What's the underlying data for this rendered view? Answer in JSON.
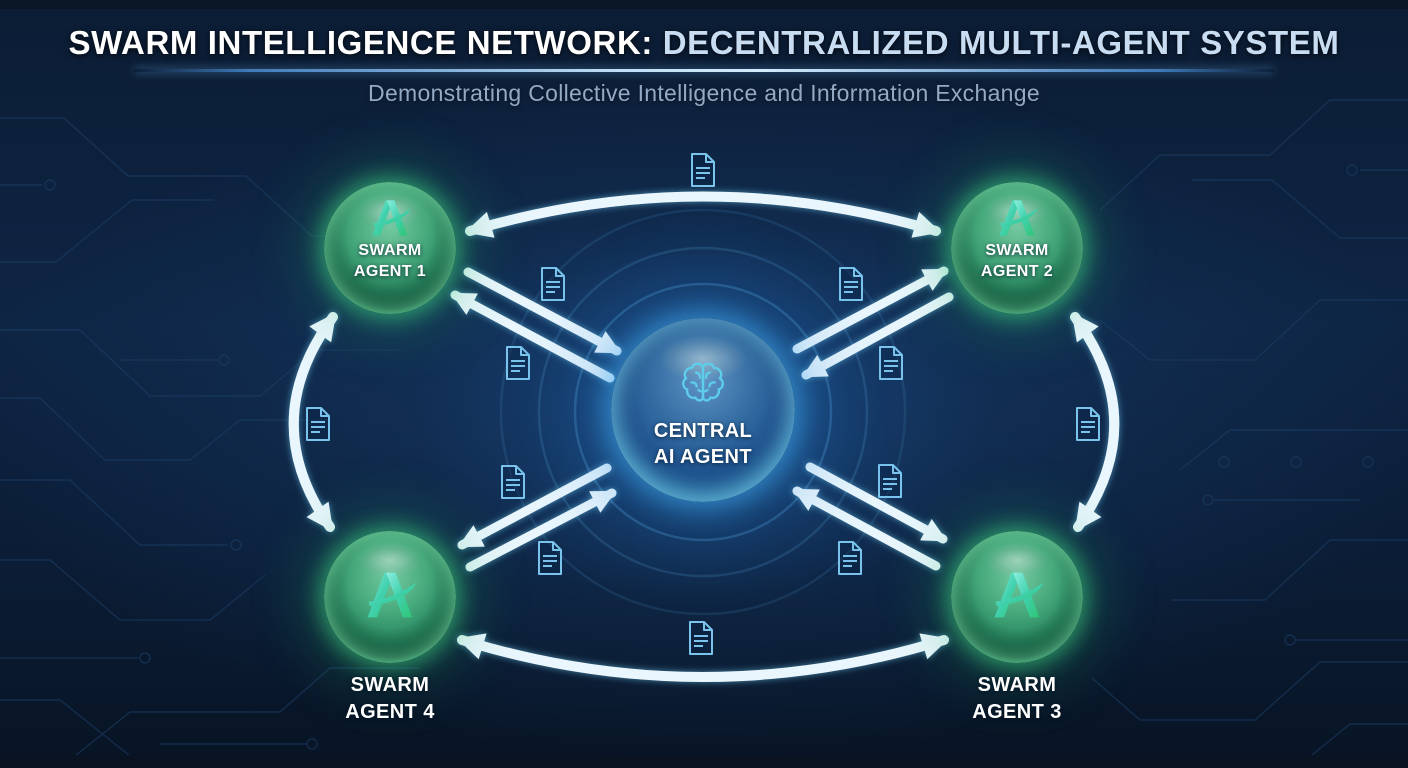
{
  "header": {
    "title_primary": "SWARM INTELLIGENCE NETWORK:",
    "title_secondary": " DECENTRALIZED MULTI-AGENT SYSTEM",
    "subtitle": "Demonstrating Collective Intelligence and Information Exchange"
  },
  "central_agent": {
    "line1": "CENTRAL",
    "line2": "AI AGENT",
    "icon": "brain-icon"
  },
  "agents": [
    {
      "name": "SWARM AGENT 1",
      "line1": "SWARM",
      "line2": "AGENT 1",
      "position": "top-left",
      "label_placement": "inside",
      "icon": "a-logo-icon"
    },
    {
      "name": "SWARM AGENT 2",
      "line1": "SWARM",
      "line2": "AGENT 2",
      "position": "top-right",
      "label_placement": "inside",
      "icon": "a-logo-icon"
    },
    {
      "name": "SWARM AGENT 3",
      "line1": "SWARM",
      "line2": "AGENT 3",
      "position": "bottom-right",
      "label_placement": "below",
      "icon": "a-logo-icon"
    },
    {
      "name": "SWARM AGENT 4",
      "line1": "SWARM",
      "line2": "AGENT 4",
      "position": "bottom-left",
      "label_placement": "below",
      "icon": "a-logo-icon"
    }
  ],
  "connections": [
    {
      "from": "CENTRAL AI AGENT",
      "to": "SWARM AGENT 1",
      "type": "bidirectional-straight",
      "documents": 2
    },
    {
      "from": "CENTRAL AI AGENT",
      "to": "SWARM AGENT 2",
      "type": "bidirectional-straight",
      "documents": 2
    },
    {
      "from": "CENTRAL AI AGENT",
      "to": "SWARM AGENT 3",
      "type": "bidirectional-straight",
      "documents": 2
    },
    {
      "from": "CENTRAL AI AGENT",
      "to": "SWARM AGENT 4",
      "type": "bidirectional-straight",
      "documents": 2
    },
    {
      "from": "SWARM AGENT 1",
      "to": "SWARM AGENT 2",
      "type": "bidirectional-arc",
      "documents": 1
    },
    {
      "from": "SWARM AGENT 2",
      "to": "SWARM AGENT 3",
      "type": "bidirectional-arc",
      "documents": 1
    },
    {
      "from": "SWARM AGENT 3",
      "to": "SWARM AGENT 4",
      "type": "bidirectional-arc",
      "documents": 1
    },
    {
      "from": "SWARM AGENT 4",
      "to": "SWARM AGENT 1",
      "type": "bidirectional-arc",
      "documents": 1
    }
  ],
  "document_icon_count": 12,
  "colors": {
    "background_navy": "#0d2342",
    "title_primary": "#ffffff",
    "title_secondary": "#c9ddf2",
    "subtitle": "#93a9c4",
    "arrow": "#e9f6fd",
    "arrow_glow": "#6ecdf2",
    "document_icon": "#79c3ec",
    "agent_green": "#46c97e",
    "central_blue": "#2e68a8",
    "rim_cyan": "#8ae4ff",
    "circuit_trace": "#1d4068"
  }
}
